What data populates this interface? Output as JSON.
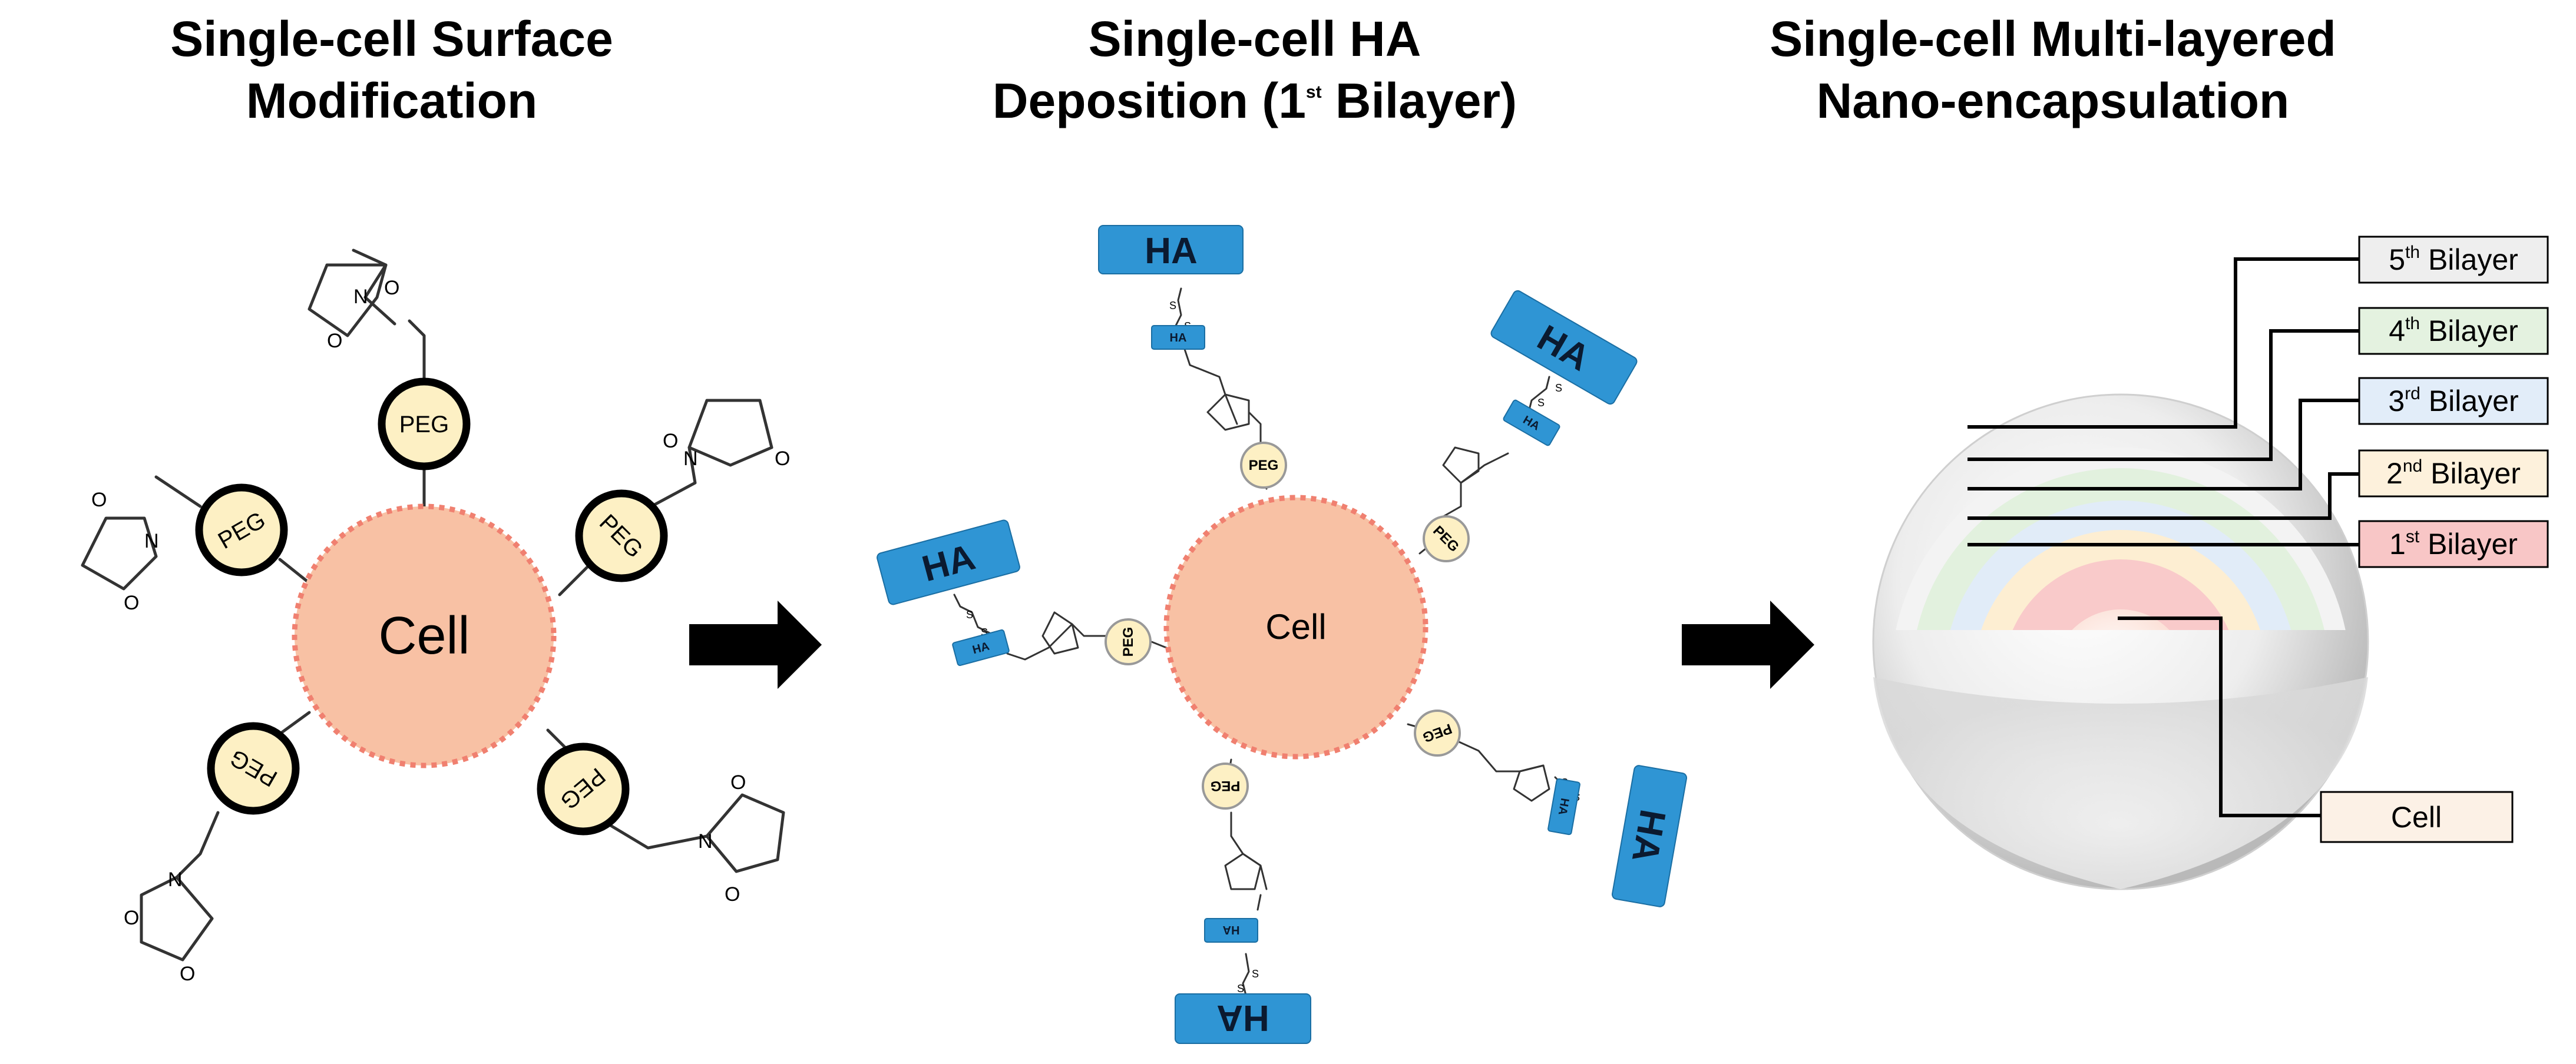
{
  "panels": [
    {
      "title_lines": [
        "Single-cell Surface",
        "Modification"
      ],
      "cell_label": "Cell",
      "peg_label": "PEG",
      "oxygen_label": "O",
      "nitrogen_label": "N"
    },
    {
      "title_line1": "Single-cell HA",
      "title_line2_pre": "Deposition (1",
      "title_line2_sup": "st",
      "title_line2_post": " Bilayer)",
      "cell_label": "Cell",
      "peg_label": "PEG",
      "ha_label": "HA",
      "sulfur_label": "S"
    },
    {
      "title_lines": [
        "Single-cell Multi-layered",
        "Nano-encapsulation"
      ],
      "layer_labels": [
        {
          "num": "5",
          "sup": "th",
          "text": " Bilayer",
          "bg": "#eeeeee"
        },
        {
          "num": "4",
          "sup": "th",
          "text": " Bilayer",
          "bg": "#e4f2e0"
        },
        {
          "num": "3",
          "sup": "rd",
          "text": " Bilayer",
          "bg": "#e2edf9"
        },
        {
          "num": "2",
          "sup": "nd",
          "text": " Bilayer",
          "bg": "#fdf1dc"
        },
        {
          "num": "1",
          "sup": "st",
          "text": " Bilayer",
          "bg": "#f8c6c6"
        }
      ],
      "cell_label": "Cell",
      "cell_label_bg": "#fcf1e6"
    }
  ],
  "colors": {
    "cell_fill": "#f8c1a4",
    "cell_dots": "#f08070",
    "peg_fill": "#fdf0c4",
    "ha_fill": "#2f95d4",
    "arrow": "#000000"
  }
}
